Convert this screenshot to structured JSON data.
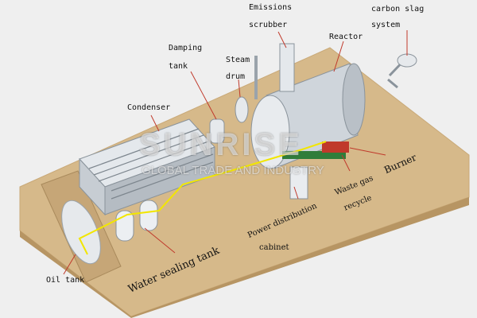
{
  "labels": {
    "emissions_scrubber_1": "Emissions",
    "emissions_scrubber_2": "scrubber",
    "carbon_slag_1": "carbon slag",
    "carbon_slag_2": "system",
    "reactor": "Reactor",
    "damping_tank_1": "Damping",
    "damping_tank_2": "tank",
    "steam_drum_1": "Steam",
    "steam_drum_2": "drum",
    "condenser": "Condenser",
    "burner": "Burner",
    "waste_gas_1": "Waste gas",
    "waste_gas_2": "recycle",
    "power_cabinet_1": "Power distribution",
    "power_cabinet_2": "cabinet",
    "water_sealing_tank": "Water sealing tank",
    "oil_tank": "Oil tank"
  },
  "watermark": {
    "brand": "SUNRISE",
    "tagline": "GLOBAL TRADE AND INDUSTRY"
  },
  "colors": {
    "background": "#efefef",
    "floor": "#d6b98a",
    "pipe_highlight": "#f2e600",
    "equipment": "#d8dde2",
    "leader_line": "#c0392b"
  }
}
